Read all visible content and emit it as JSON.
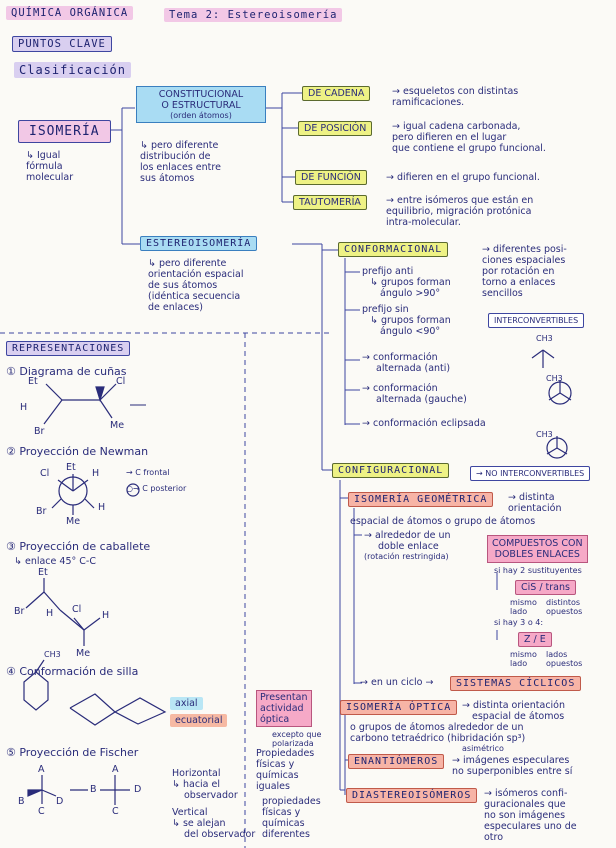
{
  "header": {
    "title": "QUÍMICA ORGÁNICA",
    "tema": "Tema 2: Estereoisomería"
  },
  "puntos": "PUNTOS CLAVE",
  "clasificacion": "Clasificación",
  "isomeria": {
    "label": "ISOMERÍA",
    "note": [
      "↳ Igual",
      "fórmula",
      "molecular"
    ]
  },
  "constitucional": {
    "label": [
      "CONSTITUCIONAL",
      "O ESTRUCTURAL",
      "(orden átomos)"
    ],
    "note": [
      "↳ pero diferente",
      "distribución de",
      "los enlaces entre",
      "sus átomos"
    ]
  },
  "tipos": [
    {
      "label": "DE CADENA",
      "desc": [
        "→ esqueletos con distintas",
        "ramificaciones."
      ]
    },
    {
      "label": "DE POSICIÓN",
      "desc": [
        "→ igual cadena carbonada,",
        "pero difieren en el lugar",
        "que contiene el grupo funcional."
      ]
    },
    {
      "label": "DE FUNCIÓN",
      "desc": [
        "→ difieren en el grupo funcional."
      ]
    },
    {
      "label": "TAUTOMERÍA",
      "desc": [
        "→ entre isómeros que están en",
        "equilibrio, migración protónica",
        "intra-molecular."
      ]
    }
  ],
  "estereo": {
    "label": "ESTEREOISOMERÍA",
    "note": [
      "↳ pero diferente",
      "orientación espacial",
      "de sus átomos",
      "(idéntica secuencia",
      "de enlaces)"
    ]
  },
  "conformacional": {
    "label": "CONFORMACIONAL",
    "desc": [
      "→ diferentes posi-",
      "ciones espaciales",
      "por rotación en",
      "torno a enlaces",
      "sencillos"
    ],
    "inter": "INTERCONVERTIBLES",
    "items": [
      "prefijo anti",
      "↳ grupos forman",
      "ángulo >90°",
      "prefijo sin",
      "↳ grupos forman",
      "ángulo <90°"
    ],
    "conf": [
      "→ conformación",
      "alternada (anti)",
      "→ conformación",
      "alternada (gauche)",
      "→ conformación eclipsada"
    ]
  },
  "configuracional": {
    "label": "CONFIGURACIONAL",
    "no_inter": "→ NO INTERCONVERTIBLES"
  },
  "geometrica": {
    "label": "ISOMERÍA GEOMÉTRICA",
    "desc": [
      "→ distinta",
      "orientación"
    ],
    "line": "espacial de átomos o grupo de átomos",
    "doble": [
      "→ alrededor de un",
      "doble enlace",
      "(rotación restringida)"
    ],
    "compuestos": [
      "COMPUESTOS CON",
      "DOBLES ENLACES"
    ],
    "sihay2": "si hay 2 sustituyentes",
    "cis": "CiS / trans",
    "cis_note": [
      "mismo",
      "lado",
      "distintos",
      "opuestos"
    ],
    "sihay34": "si hay 3 o 4:",
    "ze": "Z / E",
    "ze_note": [
      "mismo",
      "lado",
      "lados",
      "opuestos"
    ],
    "ciclo": "→ en un ciclo →",
    "sistemas": "SISTEMAS CÍCLICOS"
  },
  "optica": {
    "label": "ISOMERÍA ÓPTICA",
    "presentan": [
      "Presentan",
      "actividad",
      "óptica"
    ],
    "desc": [
      "→ distinta orientación",
      "espacial de átomos",
      "o grupos de átomos alrededor de un",
      "carbono tetraédrico (hibridación sp³)"
    ],
    "excepto": [
      "excepto que",
      "polarizada"
    ],
    "propiedades": [
      "Propiedades",
      "físicas y",
      "químicas",
      "iguales"
    ],
    "enan": "ENANTIÓMEROS",
    "enan_desc": [
      "→ imágenes especulares",
      "no superponibles entre sí"
    ],
    "asim": "asimétrico",
    "dias": "DIASTEREOISÓMEROS",
    "dias_desc": [
      "→ isómeros confi-",
      "guracionales que",
      "no son imágenes",
      "especulares uno de",
      "otro"
    ],
    "prop2": [
      "propiedades",
      "físicas y",
      "químicas",
      "diferentes"
    ]
  },
  "representaciones": {
    "title": "REPRESENTACIONES",
    "items": [
      "① Diagrama de cuñas",
      "② Proyección de Newman",
      "③ Proyección de caballete",
      "④ Conformación de silla",
      "⑤ Proyección de Fischer"
    ],
    "newman": [
      "→ C frontal",
      "○→ C posterior"
    ],
    "caballete": "↳ enlace 45° C-C",
    "axial": "axial",
    "ecuatorial": "ecuatorial",
    "fischer": [
      "Horizontal",
      "↳ hacia el",
      "observador",
      "Vertical",
      "↳ se alejan",
      "del observador"
    ],
    "labels": {
      "et": "Et",
      "cl": "Cl",
      "h": "H",
      "br": "Br",
      "me": "Me",
      "ch3": "CH3",
      "a": "A",
      "b": "B",
      "c": "C",
      "d": "D"
    }
  }
}
